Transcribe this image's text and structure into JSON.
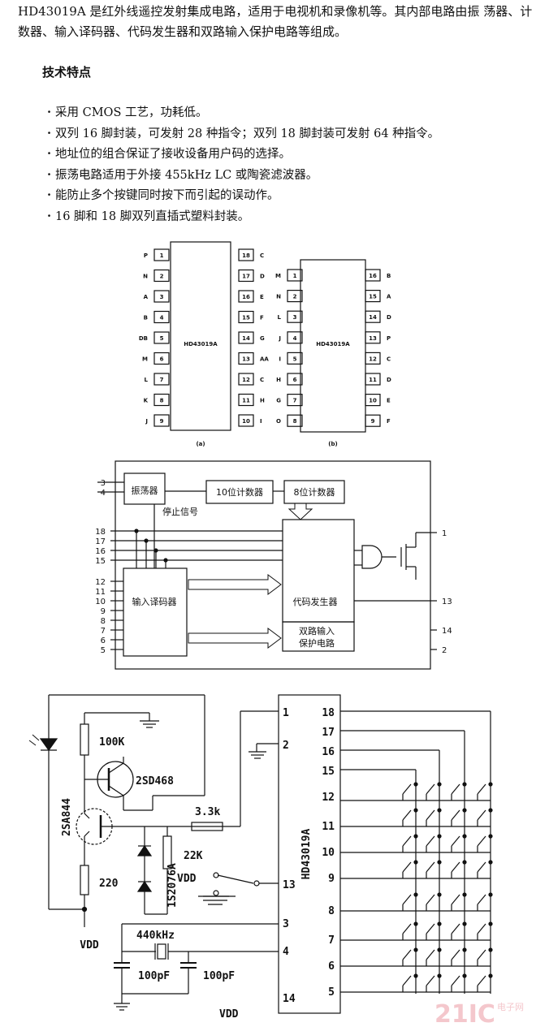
{
  "intro_text": "HD43019A 是红外线遥控发射集成电路，适用于电视机和录像机等。其内部电路由振 荡器、计数器、输入译码器、代码发生器和双路输入保护电路等组成。",
  "section_heading": "技术特点",
  "features": [
    "采用 CMOS 工艺，功耗低。",
    "双列 16 脚封装，可发射 28 种指令；双列 18 脚封装可发射 64 种指令。",
    "地址位的组合保证了接收设备用户码的选择。",
    "振荡电路适用于外接 455kHz LC 或陶瓷滤波器。",
    "能防止多个按键同时按下而引起的误动作。",
    "16 脚和 18 脚双列直插式塑料封装。"
  ],
  "pinout_a": {
    "chip_label": "HD43019A",
    "caption": "(a)",
    "left_pins": [
      {
        "num": "1",
        "name": "P"
      },
      {
        "num": "2",
        "name": "N"
      },
      {
        "num": "3",
        "name": "A"
      },
      {
        "num": "4",
        "name": "B"
      },
      {
        "num": "5",
        "name": "DB"
      },
      {
        "num": "6",
        "name": "M"
      },
      {
        "num": "7",
        "name": "L"
      },
      {
        "num": "8",
        "name": "K"
      },
      {
        "num": "9",
        "name": "J"
      }
    ],
    "right_pins": [
      {
        "num": "18",
        "name": "C"
      },
      {
        "num": "17",
        "name": "D"
      },
      {
        "num": "16",
        "name": "E"
      },
      {
        "num": "15",
        "name": "F"
      },
      {
        "num": "14",
        "name": "G"
      },
      {
        "num": "13",
        "name": "AA"
      },
      {
        "num": "12",
        "name": "C"
      },
      {
        "num": "11",
        "name": "H"
      },
      {
        "num": "10",
        "name": "I"
      }
    ]
  },
  "pinout_b": {
    "chip_label": "HD43019A",
    "caption": "(b)",
    "left_pins": [
      {
        "num": "1",
        "name": "M"
      },
      {
        "num": "2",
        "name": "N"
      },
      {
        "num": "3",
        "name": "L"
      },
      {
        "num": "4",
        "name": "J"
      },
      {
        "num": "5",
        "name": "I"
      },
      {
        "num": "6",
        "name": "H"
      },
      {
        "num": "7",
        "name": "G"
      },
      {
        "num": "8",
        "name": "O"
      }
    ],
    "right_pins": [
      {
        "num": "16",
        "name": "B"
      },
      {
        "num": "15",
        "name": "A"
      },
      {
        "num": "14",
        "name": "D"
      },
      {
        "num": "13",
        "name": "P"
      },
      {
        "num": "12",
        "name": "C"
      },
      {
        "num": "11",
        "name": "D"
      },
      {
        "num": "10",
        "name": "E"
      },
      {
        "num": "9",
        "name": "F"
      }
    ]
  },
  "block_diagram": {
    "oscillator": "振荡器",
    "counter10": "10位计数器",
    "counter8": "8位计数器",
    "stop_signal": "停止信号",
    "decoder": "输入译码器",
    "code_generator": "代码发生器",
    "protection_line1": "双路输入",
    "protection_line2": "保护电路",
    "left_pins_top": [
      "3",
      "4"
    ],
    "left_pins_mid": [
      "18",
      "17",
      "16",
      "15"
    ],
    "left_pins_low": [
      "12",
      "11",
      "10",
      "9",
      "8",
      "7",
      "6",
      "5"
    ],
    "right_pins": [
      "1",
      "13",
      "14",
      "2"
    ]
  },
  "schematic": {
    "ic_label": "HD43019A",
    "r_100k": "100K",
    "transistor_npn": "2SD468",
    "transistor_pnp": "2SA844",
    "r_3k3": "3.3k",
    "diode": "1S2076A",
    "r_22k": "22K",
    "r_220": "220",
    "vdd": "VDD",
    "crystal": "440kHz",
    "cap1": "100pF",
    "cap2": "100pF",
    "ic_left_pins": [
      "1",
      "2",
      "13",
      "3",
      "4",
      "14"
    ],
    "ic_right_pins": [
      "18",
      "17",
      "16",
      "15",
      "12",
      "11",
      "10",
      "9",
      "8",
      "7",
      "6",
      "5"
    ]
  },
  "watermark": {
    "logo": "21IC",
    "site": "电子网"
  }
}
